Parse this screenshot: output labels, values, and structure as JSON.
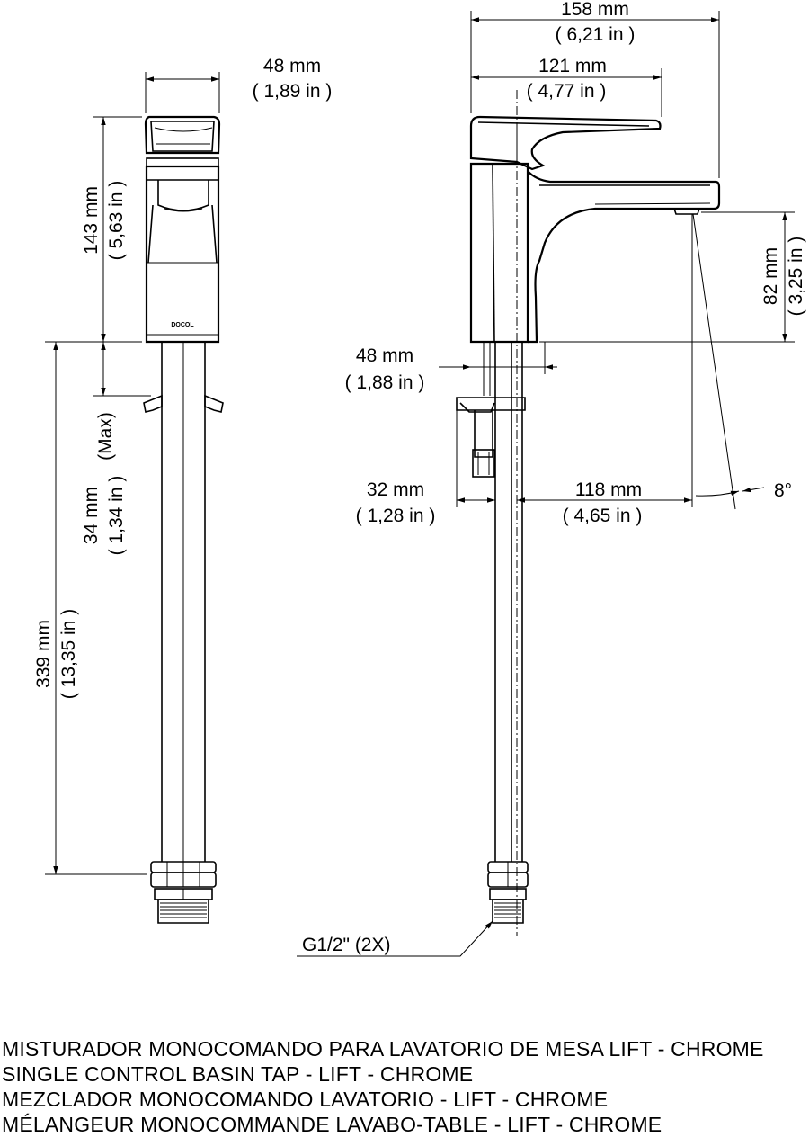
{
  "dimensions": {
    "side_width_mm": "48 mm",
    "side_width_in": "( 1,89 in )",
    "side_height_mm": "143 mm",
    "side_height_in": "( 5,63 in )",
    "deck_thickness_mm": "34 mm",
    "deck_thickness_in": "( 1,34 in )",
    "deck_thickness_note": "(Max)",
    "hose_length_mm": "339 mm",
    "hose_length_in": "( 13,35 in )",
    "total_depth_mm": "158 mm",
    "total_depth_in": "( 6,21 in )",
    "handle_reach_mm": "121 mm",
    "handle_reach_in": "( 4,77 in )",
    "spout_height_mm": "82 mm",
    "spout_height_in": "( 3,25 in )",
    "base_mm": "48 mm",
    "base_in": "( 1,88 in )",
    "pop_up_offset_mm": "32 mm",
    "pop_up_offset_in": "( 1,28 in )",
    "spout_reach_mm": "118 mm",
    "spout_reach_in": "( 4,65 in )",
    "angle": "8°",
    "connection": "G1/2\" (2X)"
  },
  "logo_text": "DOCOL",
  "titles": [
    "MISTURADOR MONOCOMANDO PARA LAVATORIO DE MESA LIFT - CHROME",
    "SINGLE CONTROL BASIN TAP - LIFT - CHROME",
    "MEZCLADOR MONOCOMANDO LAVATORIO - LIFT - CHROME",
    "MÉLANGEUR MONOCOMMANDE LAVABO-TABLE - LIFT - CHROME"
  ],
  "colors": {
    "line": "#000000",
    "background": "#ffffff"
  }
}
